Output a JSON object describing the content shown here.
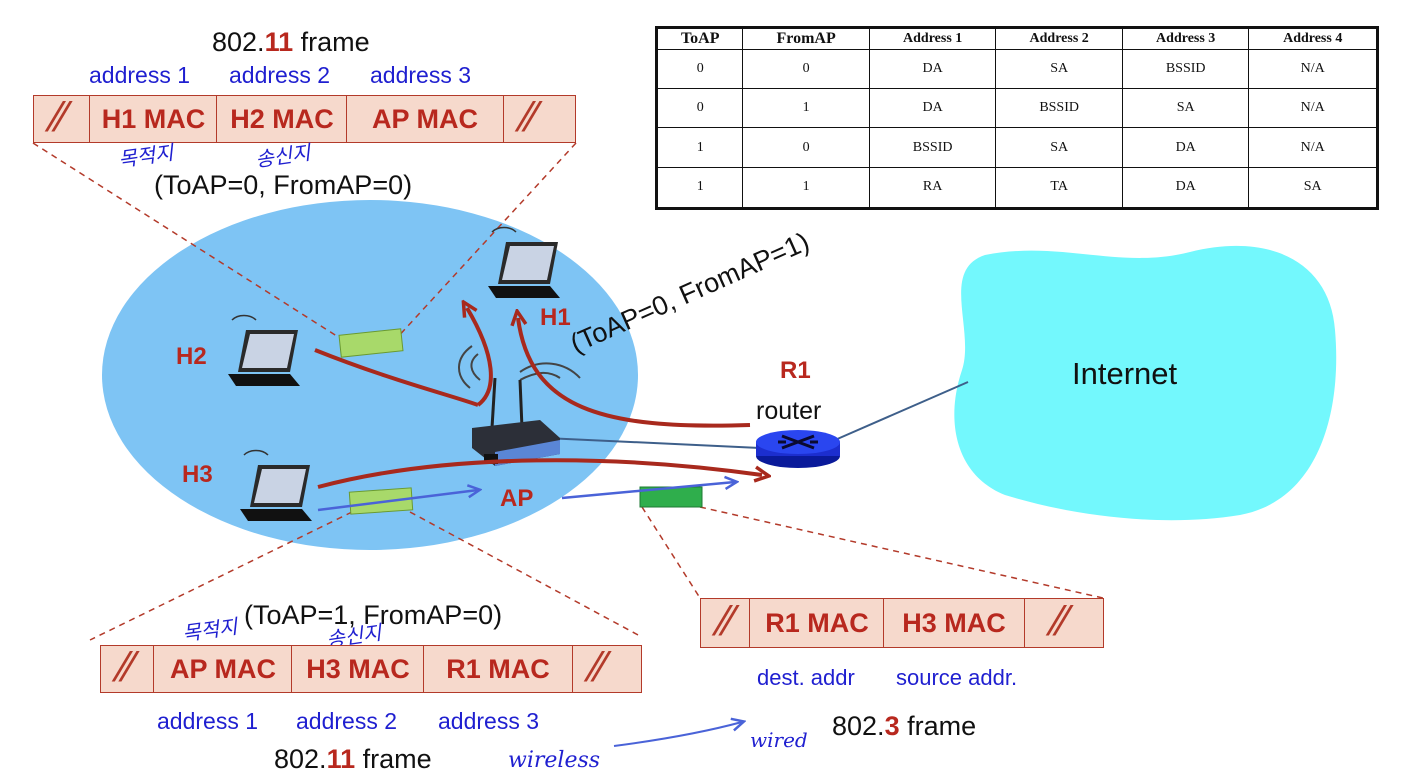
{
  "top_frame": {
    "title_prefix": "802.",
    "title_num": "11",
    "title_suffix": "frame",
    "address_labels": [
      "address 1",
      "address 2",
      "address 3"
    ],
    "cells": [
      "H1 MAC",
      "H2 MAC",
      "AP MAC"
    ],
    "handwritten_1": "목적지",
    "handwritten_2": "송신지",
    "flags": "(ToAP=0, FromAP=0)"
  },
  "bottom_frame": {
    "title_prefix": "802.",
    "title_num": "11",
    "title_suffix": "frame",
    "address_labels": [
      "address 1",
      "address 2",
      "address 3"
    ],
    "cells": [
      "AP MAC",
      "H3 MAC",
      "R1 MAC"
    ],
    "handwritten_1": "목적지",
    "handwritten_2": "송신지",
    "flags": "(ToAP=1, FromAP=0)"
  },
  "ethernet_frame": {
    "cells": [
      "R1 MAC",
      "H3 MAC"
    ],
    "dest_label": "dest. addr",
    "source_label": "source addr.",
    "title_prefix": "802.",
    "title_num": "3",
    "title_suffix": "frame"
  },
  "nodes": {
    "h1": "H1",
    "h2": "H2",
    "h3": "H3",
    "ap": "AP",
    "r1": "R1",
    "router": "router",
    "internet": "Internet"
  },
  "middle_flags": "(ToAP=0, FromAP=1)",
  "handwritten_wireless": "wireless",
  "handwritten_wired": "wired",
  "table": {
    "headers": [
      "ToAP",
      "FromAP",
      "Address 1",
      "Address 2",
      "Address 3",
      "Address 4"
    ],
    "rows": [
      [
        "0",
        "0",
        "DA",
        "SA",
        "BSSID",
        "N/A"
      ],
      [
        "0",
        "1",
        "DA",
        "BSSID",
        "SA",
        "N/A"
      ],
      [
        "1",
        "0",
        "BSSID",
        "SA",
        "DA",
        "N/A"
      ],
      [
        "1",
        "1",
        "RA",
        "TA",
        "DA",
        "SA"
      ]
    ]
  },
  "colors": {
    "bss": "#7ec4f4",
    "internet": "#73f8fd",
    "frame_fill": "#f6d9cc",
    "frame_border": "#b33a2a",
    "red_text": "#b8281e",
    "blue_text": "#1f1fd0",
    "arrow_red": "#a8291d",
    "arrow_blue": "#4a63d8"
  }
}
